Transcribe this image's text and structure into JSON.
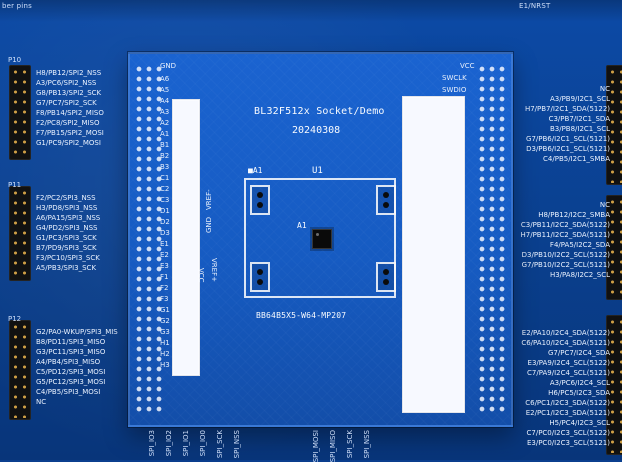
{
  "top": {
    "left_label": "ber pins",
    "right_label": "E1/NRST"
  },
  "sections": {
    "p10": "P10",
    "p11": "P11",
    "p12": "P12"
  },
  "left_groups": {
    "p10": [
      "H8/PB12/SPI2_NSS",
      "A3/PC6/SPI2_NSS",
      "G8/PB13/SPI2_SCK",
      "G7/PC7/SPI2_SCK",
      "F8/PB14/SPI2_MISO",
      "F2/PC8/SPI2_MISO",
      "F7/PB15/SPI2_MOSI",
      "G1/PC9/SPI2_MOSI"
    ],
    "p11": [
      "F2/PC2/SPI3_NSS",
      "H3/PD8/SPI3_NSS",
      "A6/PA15/SPI3_NSS",
      "G4/PD2/SPI3_NSS",
      "G1/PC3/SPI3_SCK",
      "B7/PD9/SPI3_SCK",
      "F3/PC10/SPI3_SCK",
      "A5/PB3/SPI3_SCK"
    ],
    "p12": [
      "G2/PA0-WKUP/SPI3_MIS",
      "B8/PD11/SPI3_MISO",
      "G3/PC11/SPI3_MISO",
      "A4/PB4/SPI3_MISO",
      "C5/PD12/SPI3_MOSI",
      "G5/PC12/SPI3_MOSI",
      "C4/PB5/SPI3_MOSI",
      "NC"
    ]
  },
  "right_groups": {
    "g1": [
      "NC",
      "A3/PB9/I2C1_SCL",
      "H7/PB7/I2C1_SDA(5122)",
      "C3/PB7/I2C1_SDA",
      "B3/PB8/I2C1_SCL",
      "G7/PB6/I2C1_SCL(5121)",
      "D3/PB6/I2C1_SCL(5121)",
      "C4/PB5/I2C1_SMBA"
    ],
    "g2": [
      "NC",
      "H8/PB12/I2C2_SMBA",
      "C3/PB11/I2C2_SDA(5122)",
      "H7/PB11/I2C2_SDA(5121)",
      "F4/PA5/I2C2_SDA",
      "D3/PB10/I2C2_SCL(5122)",
      "G7/PB10/I2C2_SCL(5121)",
      "H3/PA8/I2C2_SCL"
    ],
    "g3": [
      "E2/PA10/I2C4_SDA(5122)",
      "C6/PA10/I2C4_SDA(5121)",
      "G7/PC7/I2C4_SDA",
      "E3/PA9/I2C4_SCL(5122)",
      "C7/PA9/I2C4_SCL(5121)",
      "A3/PC6/I2C4_SCL",
      "H6/PC5/I2C3_SDA",
      "C6/PC1/I2C3_SDA(5122)",
      "E2/PC1/I2C3_SDA(5121)",
      "H5/PC4/I2C3_SCL",
      "C7/PC0/I2C3_SCL(5122)",
      "E3/PC0/I2C3_SCL(5121)"
    ]
  },
  "board": {
    "gnd": "GND",
    "vcc": "VCC",
    "swclk": "SWCLK",
    "swdio": "SWDIO",
    "title": "BL32F512x Socket/Demo",
    "date": "20240308",
    "u1": "U1",
    "pin1": "■A1",
    "inner_a1": "A1",
    "package": "BB64B5X5-W64-MP207",
    "vref_minus": "VREF-",
    "gnd_vertical": "GND",
    "vref_plus": "VREF+",
    "vcc_vertical": "VCC",
    "left_pins": [
      "A6",
      "A5",
      "A4",
      "A3",
      "A2",
      "A1",
      "B1",
      "B2",
      "B3",
      "C1",
      "C2",
      "C3",
      "D1",
      "D2",
      "D3",
      "E1",
      "E2",
      "E3",
      "F1",
      "F2",
      "F3",
      "G1",
      "G2",
      "G3",
      "H1",
      "H2",
      "H3"
    ]
  },
  "bottom": {
    "labels": [
      "SPI_IO3",
      "SPI_IO2",
      "SPI_IO1",
      "SPI_IO0",
      "SPI_SCK",
      "SPI_NSS",
      "SPI_MOSI",
      "SPI_MISO",
      "SPI_SCK",
      "SPI_NSS"
    ]
  }
}
